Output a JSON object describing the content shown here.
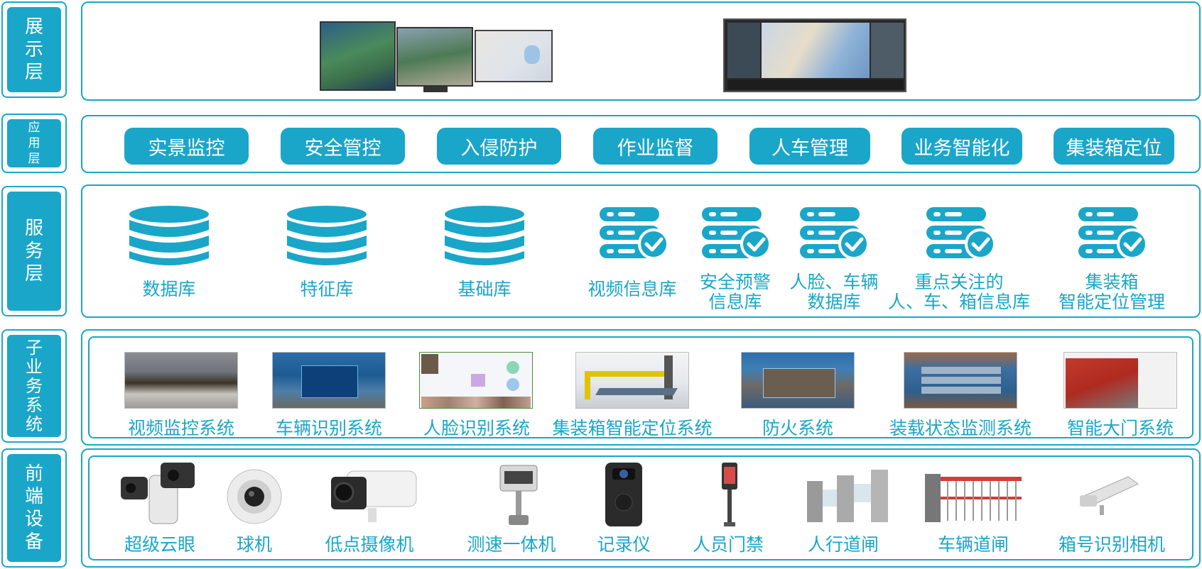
{
  "layers": {
    "display": "展示层",
    "application": "应用层",
    "service": "服务层",
    "subsystem": "子业务系统",
    "frontend": "前端设备"
  },
  "application_items": [
    "实景监控",
    "安全管控",
    "入侵防护",
    "作业监督",
    "人车管理",
    "业务智能化",
    "集装箱定位"
  ],
  "service_items": [
    {
      "line1": "数据库",
      "line2": "",
      "icon": "database-icon"
    },
    {
      "line1": "特征库",
      "line2": "",
      "icon": "database-icon"
    },
    {
      "line1": "基础库",
      "line2": "",
      "icon": "database-icon"
    },
    {
      "line1": "视频信息库",
      "line2": "",
      "icon": "server-check-icon"
    },
    {
      "line1": "安全预警",
      "line2": "信息库",
      "icon": "server-check-icon"
    },
    {
      "line1": "人脸、车辆",
      "line2": "数据库",
      "icon": "server-check-icon"
    },
    {
      "line1": "重点关注的",
      "line2": "人、车、箱信息库",
      "icon": "server-check-icon"
    },
    {
      "line1": "集装箱",
      "line2": "智能定位管理",
      "icon": "server-check-icon"
    }
  ],
  "subsystems": [
    "视频监控系统",
    "车辆识别系统",
    "人脸识别系统",
    "集装箱智能定位系统",
    "防火系统",
    "装载状态监测系统",
    "智能大门系统"
  ],
  "devices": [
    {
      "label": "超级云眼",
      "icon": "dual-camera-icon"
    },
    {
      "label": "球机",
      "icon": "dome-camera-icon"
    },
    {
      "label": "低点摄像机",
      "icon": "bullet-camera-icon"
    },
    {
      "label": "测速一体机",
      "icon": "speed-camera-icon"
    },
    {
      "label": "记录仪",
      "icon": "body-recorder-icon"
    },
    {
      "label": "人员门禁",
      "icon": "face-terminal-icon"
    },
    {
      "label": "人行道闸",
      "icon": "turnstile-icon"
    },
    {
      "label": "车辆道闸",
      "icon": "barrier-gate-icon"
    },
    {
      "label": "箱号识别相机",
      "icon": "box-camera-icon"
    }
  ],
  "colors": {
    "accent": "#1aa6c9",
    "white": "#ffffff"
  }
}
